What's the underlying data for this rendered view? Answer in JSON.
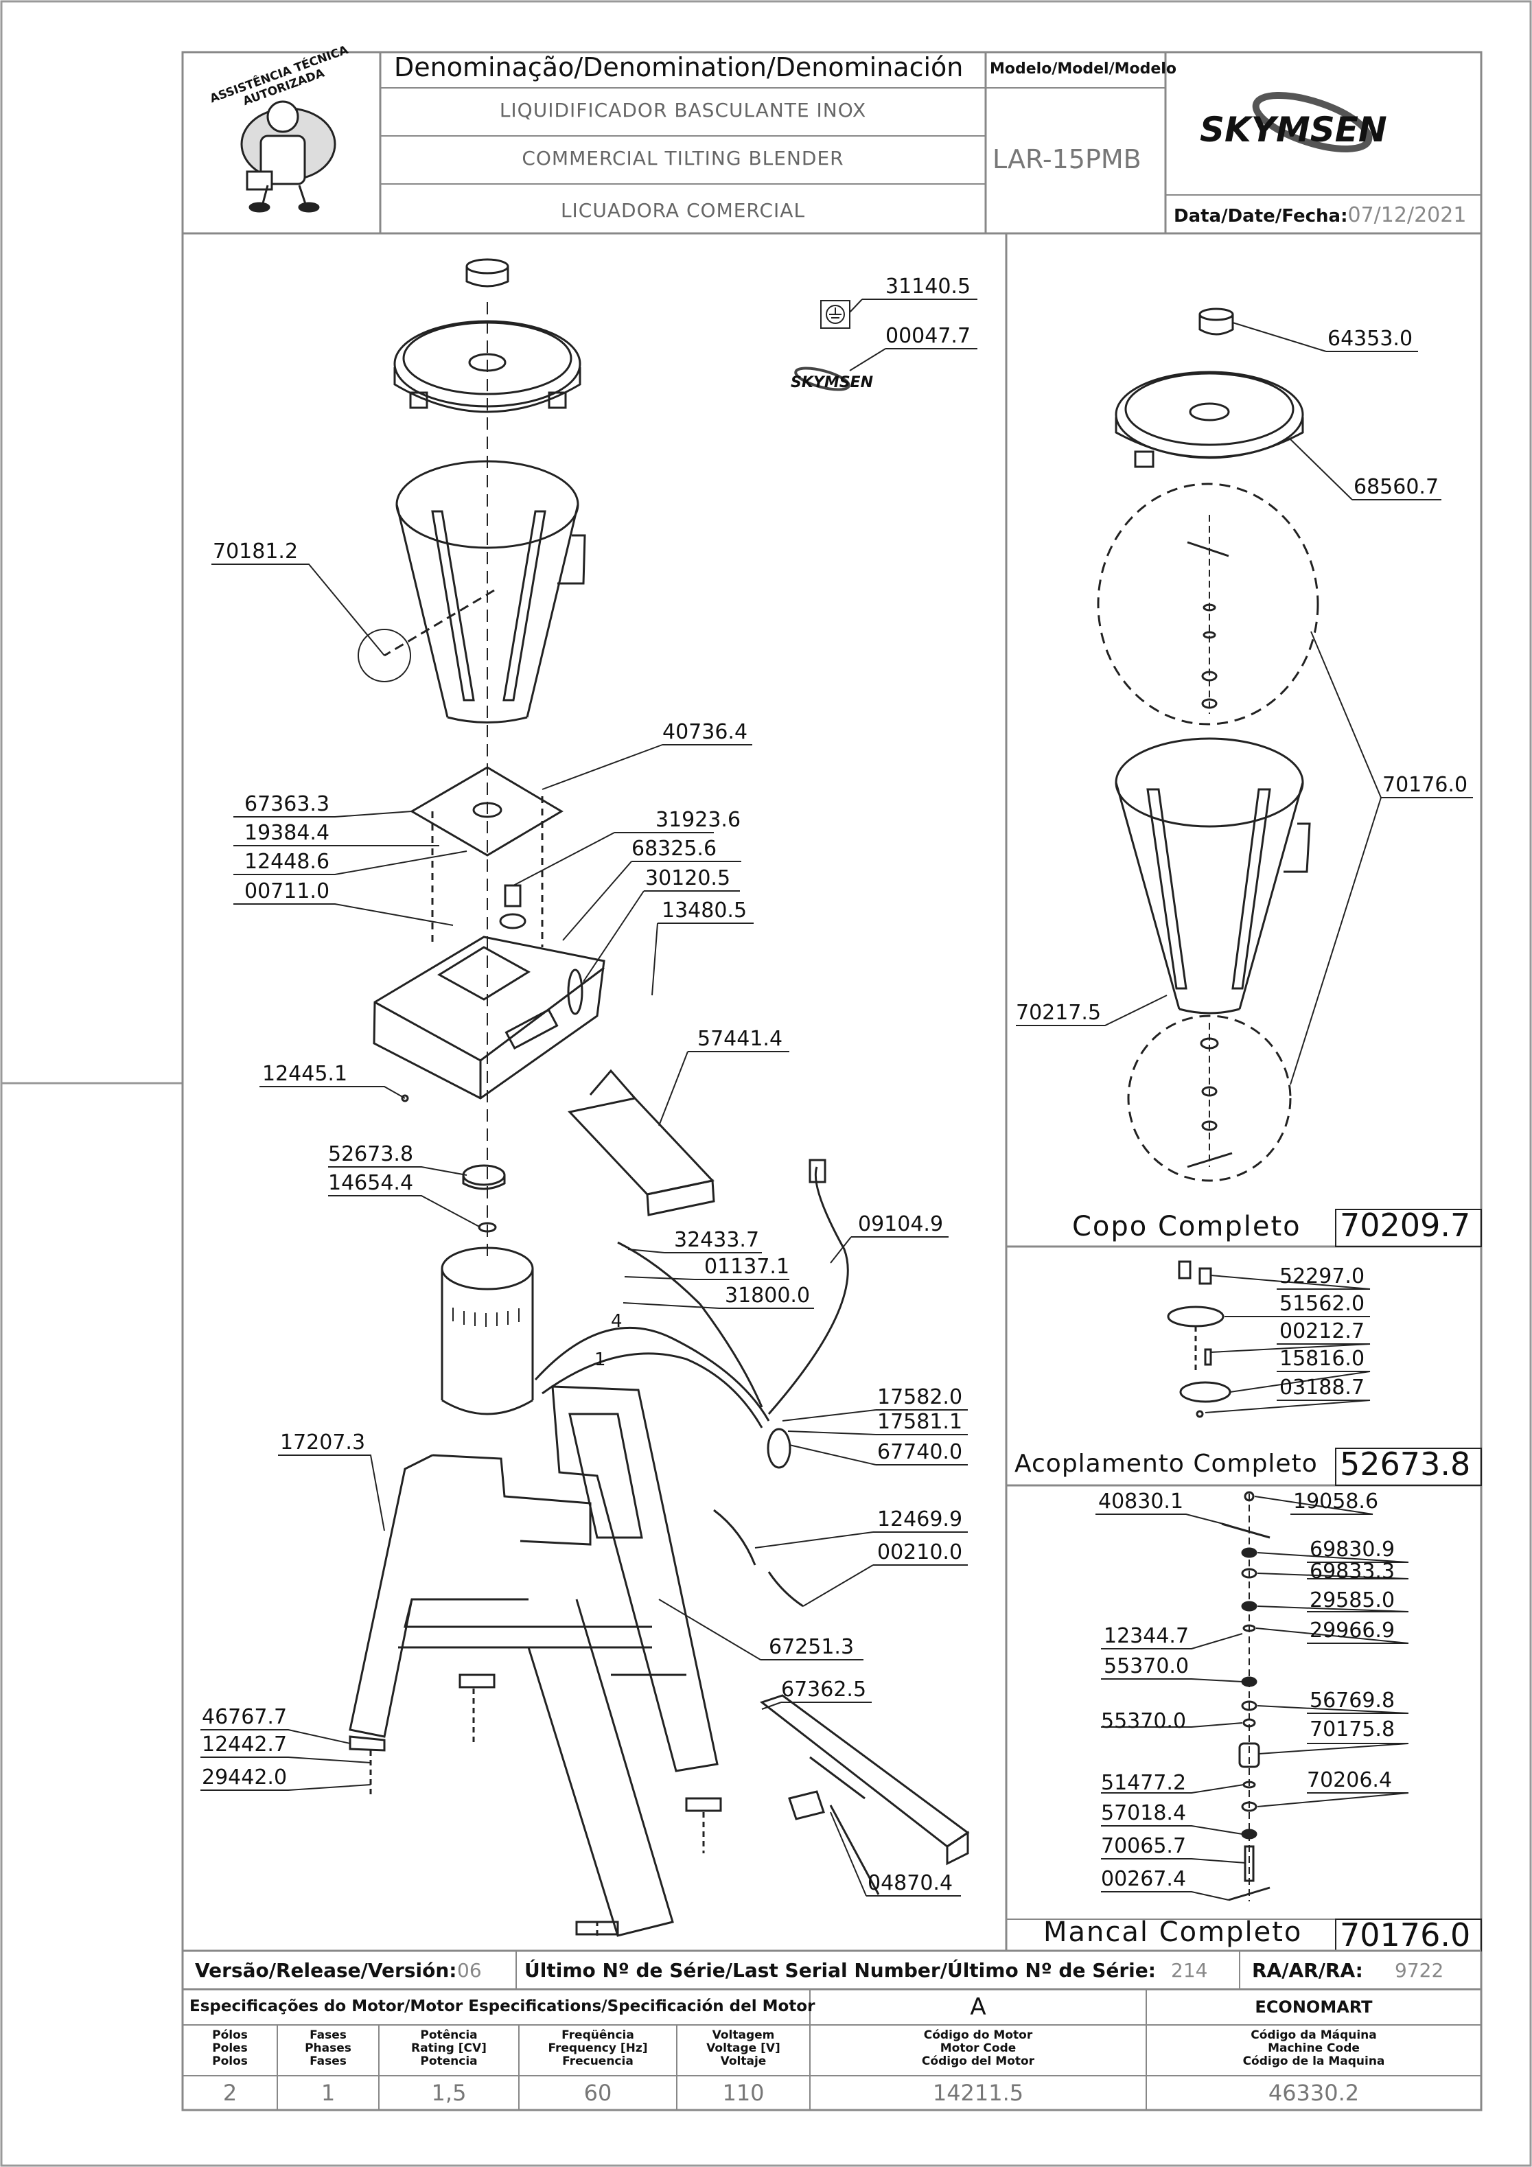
{
  "header": {
    "denomination_label": "Denominação/Denomination/Denominación",
    "model_label": "Modelo/Model/Modelo",
    "model_value": "LAR-15PMB",
    "desc_pt": "LIQUIDIFICADOR BASCULANTE INOX",
    "desc_en": "COMMERCIAL TILTING BLENDER",
    "desc_es": "LICUADORA COMERCIAL",
    "date_label": "Data/Date/Fecha:",
    "date_value": "07/12/2021",
    "brand": "SKYMSEN",
    "badge_text": "ASSISTÊNCIA TÉCNICA AUTORIZADA"
  },
  "main_parts": [
    "70181.2",
    "40736.4",
    "67363.3",
    "19384.4",
    "12448.6",
    "00711.0",
    "31923.6",
    "68325.6",
    "30120.5",
    "13480.5",
    "12445.1",
    "57441.4",
    "52673.8",
    "14654.4",
    "09104.9",
    "32433.7",
    "01137.1",
    "31800.0",
    "17582.0",
    "17581.1",
    "67740.0",
    "17207.3",
    "12469.9",
    "00210.0",
    "67251.3",
    "67362.5",
    "46767.7",
    "12442.7",
    "29442.0",
    "04870.4",
    "31140.5",
    "00047.7"
  ],
  "cup_panel": {
    "title": "Copo Completo",
    "code": "70209.7",
    "parts": [
      "64353.0",
      "68560.7",
      "70176.0",
      "70217.5"
    ]
  },
  "coupling_panel": {
    "title": "Acoplamento Completo",
    "code": "52673.8",
    "parts": [
      "52297.0",
      "51562.0",
      "00212.7",
      "15816.0",
      "03188.7"
    ]
  },
  "bearing_panel": {
    "title": "Mancal Completo",
    "code": "70176.0",
    "parts": [
      "40830.1",
      "19058.6",
      "69830.9",
      "69833.3",
      "29585.0",
      "29966.9",
      "12344.7",
      "55370.0",
      "56769.8",
      "55370.0",
      "70175.8",
      "51477.2",
      "70206.4",
      "57018.4",
      "70065.7",
      "00267.4"
    ]
  },
  "wire_numbers": [
    "4",
    "1"
  ],
  "footer": {
    "version_label": "Versão/Release/Versión:",
    "version_value": "06",
    "serial_label": "Último Nº de Série/Last Serial Number/Último Nº de Série:",
    "serial_value": "214",
    "ra_label": "RA/AR/RA:",
    "ra_value": "9722",
    "motor_spec_label": "Especificações do Motor/Motor Especifications/Specificación del Motor",
    "motor_variant": "A",
    "customer": "ECONOMART",
    "columns": [
      {
        "label": [
          "Pólos",
          "Poles",
          "Polos"
        ],
        "value": "2"
      },
      {
        "label": [
          "Fases",
          "Phases",
          "Fases"
        ],
        "value": "1"
      },
      {
        "label": [
          "Potência",
          "Rating [CV]",
          "Potencia"
        ],
        "value": "1,5"
      },
      {
        "label": [
          "Freqüência",
          "Frequency [Hz]",
          "Frecuencia"
        ],
        "value": "60"
      },
      {
        "label": [
          "Voltagem",
          "Voltage [V]",
          "Voltaje"
        ],
        "value": "110"
      },
      {
        "label": [
          "Código do Motor",
          "Motor Code",
          "Código del Motor"
        ],
        "value": "14211.5"
      },
      {
        "label": [
          "Código da Máquina",
          "Machine Code",
          "Código de la Maquina"
        ],
        "value": "46330.2"
      }
    ]
  },
  "colors": {
    "line": "#222222",
    "frame": "#9a9a9a",
    "text_grey": "#777777"
  }
}
